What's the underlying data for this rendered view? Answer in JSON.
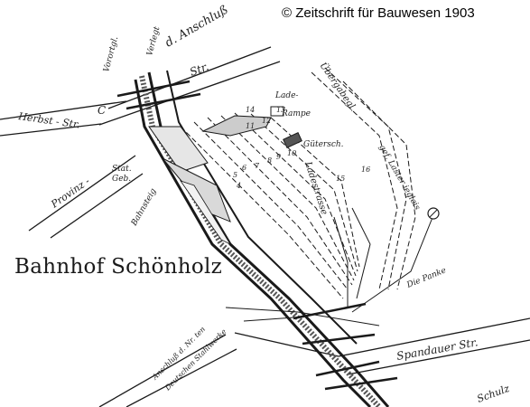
{
  "copyright": "© Zeitschrift für Bauwesen 1903",
  "title": "Bahnhof Schönholz",
  "labels": {
    "anschluss_top": "d. Anschluß",
    "verlegt": "Verlegt",
    "vorortgl": "Vorortgl.",
    "str_top": "Str.",
    "c": "C",
    "herbst_str": "Herbst - Str.",
    "lade_rampe_1": "Lade-",
    "lade_rampe_2": "Rampe",
    "gueterschuppen": "Gütersch.",
    "uebergabegl": "Übergabegl.",
    "ladestrasse": "Ladestrasse",
    "provinz": "Provinz -",
    "stat_geb_1": "Stat.",
    "stat_geb_2": "Geb.",
    "bahnsteig": "Bahnsteig",
    "die_panke": "Die Panke",
    "anschluss_werke_1": "Anschluß d. Nr. ten",
    "anschluss_werke_2": "Deutschen Stahlwerke",
    "spandauer_str": "Spandauer  Str.",
    "schulz": "Schulz",
    "gefaelle": "gef. Laster  iegleis",
    "track_numbers": [
      "4",
      "5",
      "6",
      "7",
      "8",
      "9",
      "10",
      "11",
      "12",
      "13",
      "14",
      "15",
      "16"
    ]
  }
}
